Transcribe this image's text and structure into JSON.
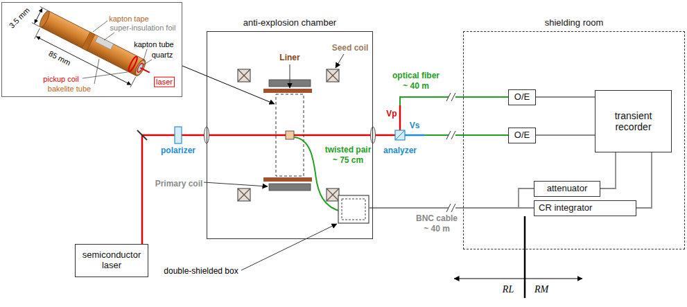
{
  "diagram": {
    "nodes": [
      {
        "text": [
          "anti-explosion chamber"
        ]
      },
      {
        "text": [
          "shielding room"
        ]
      },
      {
        "text": [
          "O/E"
        ],
        "in": 1
      },
      {
        "text": [
          "transient recorder"
        ],
        "in": 1
      },
      {
        "text": [
          "O/E"
        ],
        "in": 1
      },
      {
        "text": [
          "attenuator"
        ],
        "in": 1
      },
      {
        "text": [
          "CR integrator"
        ],
        "in": 1
      },
      {
        "text": [
          "semiconductor laser"
        ]
      }
    ],
    "edges": [
      {
        "from": 2,
        "to": 3,
        "arrow": "none"
      },
      {
        "from": 4,
        "to": 3,
        "arrow": "none"
      },
      {
        "from": 5,
        "to": 3,
        "arrow": "none"
      },
      {
        "from": 6,
        "to": 3,
        "arrow": "none"
      }
    ],
    "labels": [
      "3.5 mm",
      "85 mm",
      "kapton tape",
      "super-insulation foil",
      "kapton tube",
      "quartz",
      "pickup coil",
      "bakelite tube",
      "laser",
      "Liner",
      "Seed coil",
      "Primary coil",
      "polarizer",
      "analyzer",
      "Vp",
      "Vs",
      "optical fiber",
      "~ 40 m",
      "twisted pair",
      "~ 75 cm",
      "BNC cable",
      "~ 40 m",
      "double-shielded box",
      "RL",
      "RM"
    ]
  }
}
